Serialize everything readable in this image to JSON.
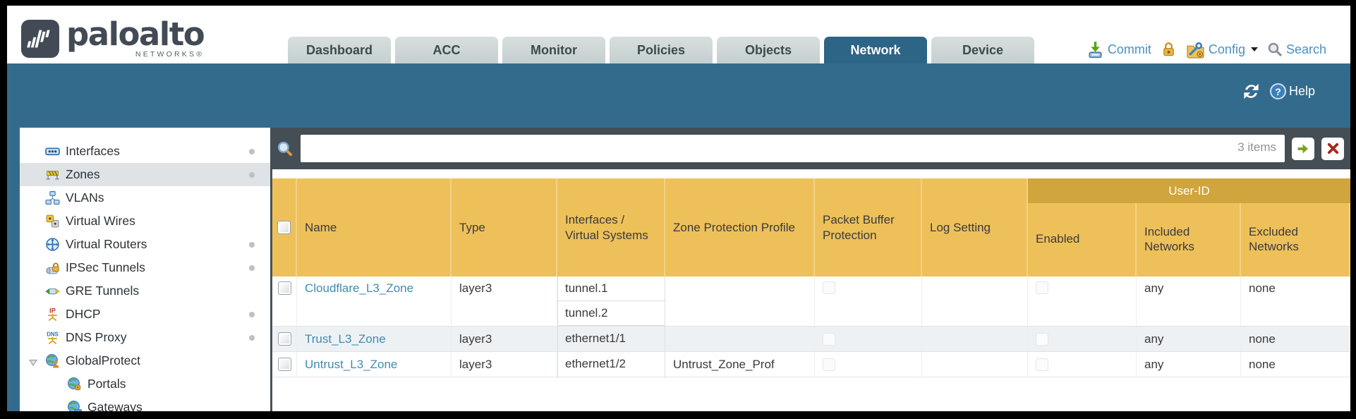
{
  "brand": {
    "name": "paloalto",
    "sub": "NETWORKS®"
  },
  "nav": {
    "tabs": [
      {
        "label": "Dashboard",
        "active": false
      },
      {
        "label": "ACC",
        "active": false
      },
      {
        "label": "Monitor",
        "active": false
      },
      {
        "label": "Policies",
        "active": false
      },
      {
        "label": "Objects",
        "active": false
      },
      {
        "label": "Network",
        "active": true
      },
      {
        "label": "Device",
        "active": false
      }
    ],
    "commit_label": "Commit",
    "config_label": "Config",
    "search_label": "Search"
  },
  "band": {
    "help_label": "Help"
  },
  "sidebar": {
    "items": [
      {
        "label": "Interfaces",
        "icon": "interfaces-icon",
        "dot": true
      },
      {
        "label": "Zones",
        "icon": "zones-icon",
        "dot": true,
        "selected": true
      },
      {
        "label": "VLANs",
        "icon": "vlans-icon"
      },
      {
        "label": "Virtual Wires",
        "icon": "virtual-wires-icon"
      },
      {
        "label": "Virtual Routers",
        "icon": "virtual-routers-icon",
        "dot": true
      },
      {
        "label": "IPSec Tunnels",
        "icon": "ipsec-tunnels-icon",
        "dot": true
      },
      {
        "label": "GRE Tunnels",
        "icon": "gre-tunnels-icon"
      },
      {
        "label": "DHCP",
        "icon": "dhcp-icon",
        "dot": true
      },
      {
        "label": "DNS Proxy",
        "icon": "dns-proxy-icon",
        "dot": true
      },
      {
        "label": "GlobalProtect",
        "icon": "globalprotect-icon",
        "expander": true
      },
      {
        "label": "Portals",
        "icon": "portals-icon",
        "indent": true
      },
      {
        "label": "Gateways",
        "icon": "gateways-icon",
        "indent": true
      }
    ]
  },
  "filterbar": {
    "value": "",
    "count": "3 items"
  },
  "table": {
    "group_header": "User-ID",
    "columns": [
      "Name",
      "Type",
      "Interfaces / Virtual Systems",
      "Zone Protection Profile",
      "Packet Buffer Protection",
      "Log Setting",
      "Enabled",
      "Included Networks",
      "Excluded Networks"
    ],
    "rows": [
      {
        "name": "Cloudflare_L3_Zone",
        "type": "layer3",
        "interfaces": [
          "tunnel.1",
          "tunnel.2"
        ],
        "zone_protection_profile": "",
        "log_setting": "",
        "included_networks": "any",
        "excluded_networks": "none"
      },
      {
        "name": "Trust_L3_Zone",
        "type": "layer3",
        "interfaces": [
          "ethernet1/1"
        ],
        "zone_protection_profile": "",
        "log_setting": "",
        "included_networks": "any",
        "excluded_networks": "none"
      },
      {
        "name": "Untrust_L3_Zone",
        "type": "layer3",
        "interfaces": [
          "ethernet1/2"
        ],
        "zone_protection_profile": "Untrust_Zone_Prof",
        "log_setting": "",
        "included_networks": "any",
        "excluded_networks": "none"
      }
    ]
  },
  "colors": {
    "band_teal": "#336b8d",
    "active_tab": "#2d6586",
    "filter_slate": "#454e55",
    "header_amber": "#edc05a",
    "group_amber": "#d1a53d",
    "link_blue": "#3f8cb0",
    "alt_row": "#eef1f4"
  }
}
